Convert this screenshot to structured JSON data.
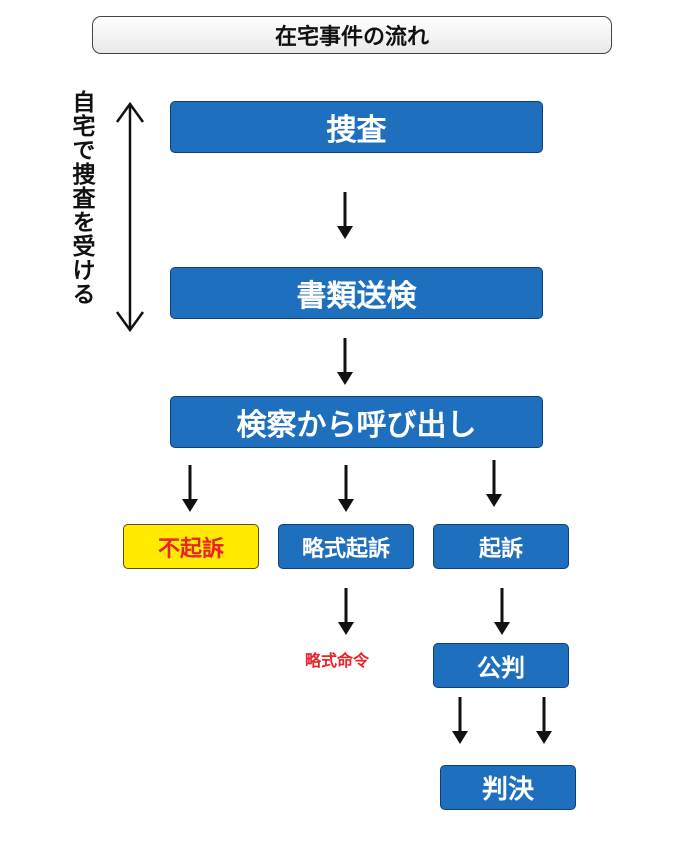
{
  "title": "在宅事件の流れ",
  "side_label": "自宅で捜査を受ける",
  "nodes": {
    "investigation": "捜査",
    "document_referral": "書類送検",
    "prosecutor_summons": "検察から呼び出し",
    "non_prosecution": "不起訴",
    "summary_indictment": "略式起訴",
    "indictment": "起訴",
    "summary_order": "略式命令",
    "public_trial": "公判",
    "judgment": "判決"
  },
  "colors": {
    "box_blue": "#1f6fbf",
    "box_border": "#0d3f78",
    "highlight_yellow": "#ffea00",
    "red_text": "#e8242a",
    "arrow": "#111111"
  }
}
